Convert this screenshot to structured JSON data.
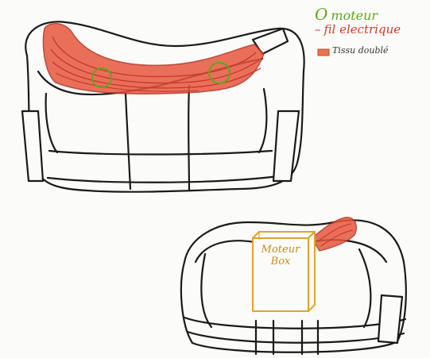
{
  "legend": {
    "motor_symbol": "O",
    "motor_label": "moteur",
    "wire_symbol": "–",
    "wire_label": "fil electrique",
    "fabric_label": "Tissu doublé"
  },
  "motor_box": {
    "line1": "Moteur",
    "line2": "Box"
  },
  "colors": {
    "motor": "#5fa61e",
    "wire": "#d33a2c",
    "fabric": "#e6784c",
    "box": "#e3a12e",
    "ink": "#1a1a1a"
  }
}
